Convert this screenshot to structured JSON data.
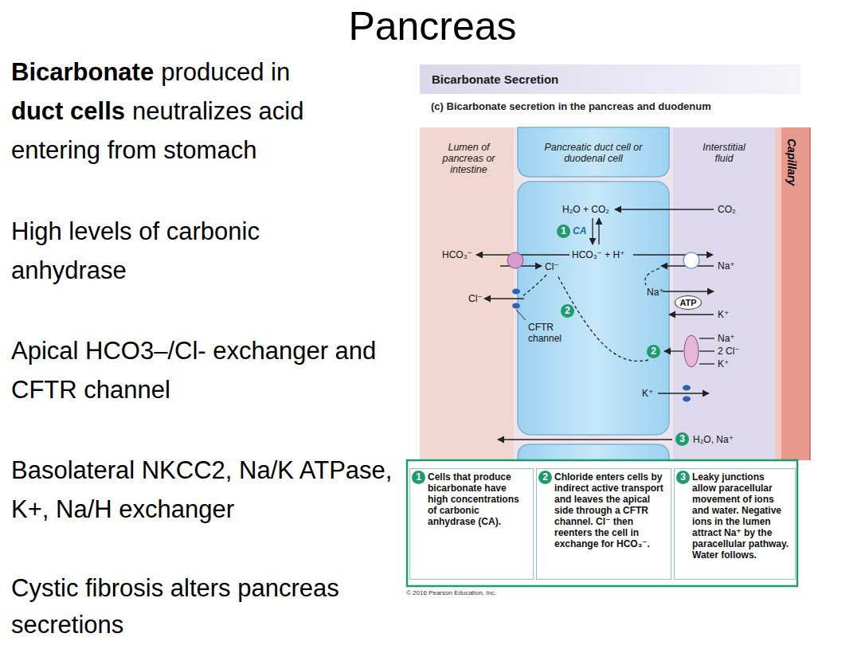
{
  "diagram": {
    "title": "Pancreas",
    "nodes": [
      {
        "text": [
          "Bicarbonate Secretion"
        ]
      },
      {
        "text": [
          "Lumen of pancreas or intestine"
        ]
      },
      {
        "text": [
          "Pancreatic duct cell or duodenal cell"
        ]
      },
      {
        "text": [
          "Interstitial fluid"
        ]
      },
      {
        "text": [
          "Capillary"
        ]
      },
      {
        "text": [
          "1",
          "Cells that produce bicarbonate have high concentrations of carbonic anhydrase (CA)."
        ]
      },
      {
        "text": [
          "2",
          "Chloride enters cells by indirect active transport and leaves the apical side through a CFTR channel. Cl⁻ then reenters the cell in exchange for HCO₃⁻."
        ]
      },
      {
        "text": [
          "3",
          "Leaky junctions allow paracellular movement of ions and water. Negative ions in the lumen attract Na⁺ by the paracellular pathway. Water follows."
        ]
      }
    ],
    "labels": [
      "Bicarbonate",
      "produced in",
      "duct cells",
      "neutralizes acid",
      "entering from stomach",
      "High levels of carbonic anhydrase",
      "Apical HCO3–/Cl- exchanger and CFTR channel",
      "Basolateral NKCC2, Na/K ATPase, K+, Na/H exchanger",
      "Cystic fibrosis alters pancreas secretions",
      "(c) Bicarbonate secretion in the pancreas and duodenum",
      "H₂O + CO₂",
      "CO₂",
      "1",
      "CA",
      "HCO₃⁻",
      "HCO₃⁻ + H⁺",
      "Na⁺",
      "Cl⁻",
      "Cl⁻",
      "Na⁺",
      "ATP",
      "K⁺",
      "2",
      "CFTR channel",
      "2",
      "Na⁺",
      "2 Cl⁻",
      "K⁺",
      "K⁺",
      "3",
      "H₂O, Na⁺",
      "© 2016 Pearson Education, Inc."
    ]
  }
}
